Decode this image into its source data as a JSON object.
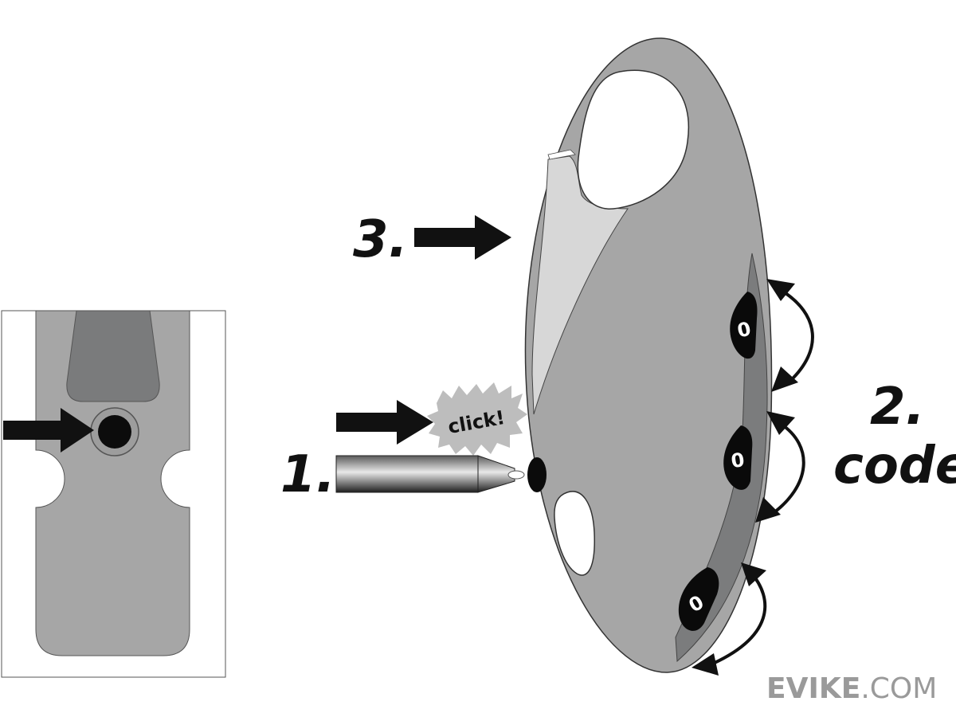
{
  "steps": {
    "step1": "1.",
    "step2_number": "2.",
    "step2_word": "code",
    "step3": "3."
  },
  "callout": {
    "click": "click!"
  },
  "dials": [
    "0",
    "0",
    "0"
  ],
  "brand": {
    "name": "EVIKE",
    "suffix": ".COM"
  },
  "colors": {
    "lock_body": "#a6a6a6",
    "shackle_light": "#d7d7d7",
    "arrow": "#111111",
    "callout": "#bdbdbd",
    "pin": "#3a3a3a"
  }
}
